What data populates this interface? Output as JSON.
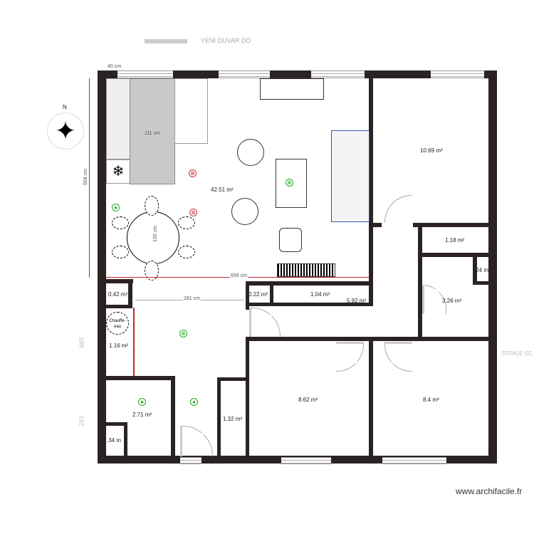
{
  "header": {
    "legend_text": "YENİ DUVAR DO",
    "total_text": "TOTALE SC"
  },
  "dimensions": {
    "top": "40 cm",
    "kitchen_width": "111 cm",
    "living_height": "504 cm",
    "table": "120 cm",
    "living_width": "659 cm",
    "hall_width": "281 cm",
    "side_upper": "186",
    "side_lower": "192"
  },
  "rooms": {
    "living": "42.51 m²",
    "bedroom_ne": "10.69 m²",
    "r118": "1.18 m²",
    "r024": ".24 m",
    "r326": "3.26 m²",
    "r042": "0.42 m²",
    "r022": "0.22 m²",
    "r104": "1.04 m²",
    "r592": "5.92 m²",
    "r116": "1.16 m²",
    "r271": "2.71 m²",
    "r034": ".34 m",
    "r132": "1.32 m²",
    "r862": "8.62 m²",
    "r84": "8.4 m²"
  },
  "fixtures": {
    "boiler": "Chauffe-eau"
  },
  "compass": {
    "n": "N"
  },
  "footer": {
    "watermark": "www.archifacile.fr"
  },
  "colors": {
    "wall": "#2b2323",
    "dimension": "#c0272d",
    "light": "#22aa22"
  }
}
